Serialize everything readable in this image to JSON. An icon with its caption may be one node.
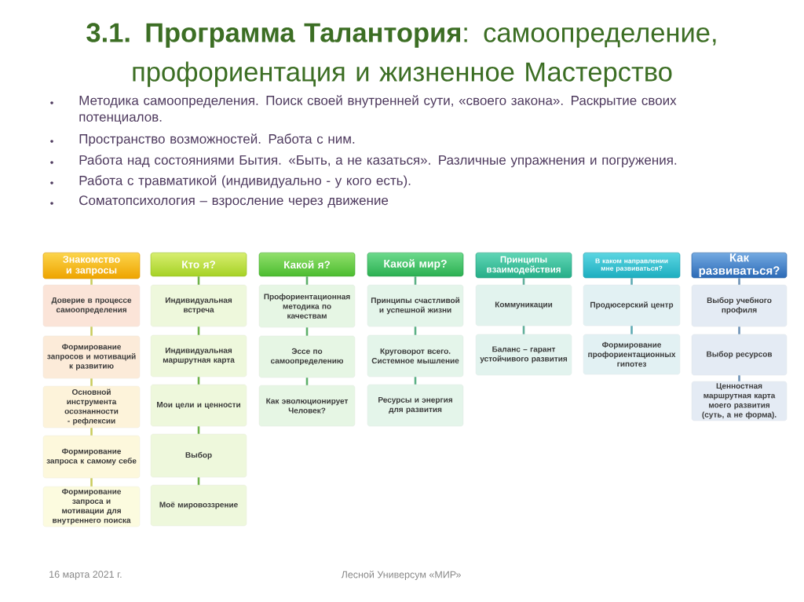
{
  "diagram": {
    "title": "**3.1. Программа Талантория**: самоопределение, профориентация и жизненное Мастерство",
    "nodes": [
      {
        "text": [
          "Знакомство и запросы"
        ]
      },
      {
        "text": [
          "Доверие в процессе самоопределения"
        ]
      },
      {
        "text": [
          "Формирование запросов и мотиваций к развитию"
        ]
      },
      {
        "text": [
          "Основной инструмента осознанности - рефлексии"
        ]
      },
      {
        "text": [
          "Формирование запроса к самому себе"
        ]
      },
      {
        "text": [
          "Формирование запроса и мотивации для внутреннего поиска"
        ]
      },
      {
        "text": [
          "Кто я?"
        ]
      },
      {
        "text": [
          "Индивидуальная встреча"
        ]
      },
      {
        "text": [
          "Индивидуальная маршрутная карта"
        ]
      },
      {
        "text": [
          "Мои цели и ценности"
        ]
      },
      {
        "text": [
          "Выбор"
        ]
      },
      {
        "text": [
          "Моё мировоззрение"
        ]
      },
      {
        "text": [
          "Какой я?"
        ]
      },
      {
        "text": [
          "Профориентационная методика по качествам"
        ]
      },
      {
        "text": [
          "Эссе по самоопределению"
        ]
      },
      {
        "text": [
          "Как эволюционирует Человек?"
        ]
      },
      {
        "text": [
          "Какой мир?"
        ]
      },
      {
        "text": [
          "Принципы счастливой и успешной жизни"
        ]
      },
      {
        "text": [
          "Круговорот всего. Системное мышление"
        ]
      },
      {
        "text": [
          "Ресурсы и энергия для развития"
        ]
      },
      {
        "text": [
          "Принципы взаимодействия"
        ]
      },
      {
        "text": [
          "Коммуникации"
        ]
      },
      {
        "text": [
          "Баланс – гарант устойчивого развития"
        ]
      },
      {
        "text": [
          "В каком направлении мне развиваться?"
        ]
      },
      {
        "text": [
          "Продюсерский центр"
        ]
      },
      {
        "text": [
          "Формирование профориентационных гипотез"
        ]
      },
      {
        "text": [
          "Как развиваться?"
        ]
      },
      {
        "text": [
          "Выбор учебного профиля"
        ]
      },
      {
        "text": [
          "Выбор ресурсов"
        ]
      },
      {
        "text": [
          "Ценностная маршрутная карта моего развития (суть, а не форма)."
        ]
      }
    ],
    "edges": [
      {
        "from": 0,
        "to": 1,
        "arrow": "none",
        "color": "#c9cc5e"
      },
      {
        "from": 1,
        "to": 2,
        "arrow": "none",
        "color": "#c9cc5e"
      },
      {
        "from": 2,
        "to": 3,
        "arrow": "none",
        "color": "#c9cc5e"
      },
      {
        "from": 3,
        "to": 4,
        "arrow": "none",
        "color": "#c9cc5e"
      },
      {
        "from": 4,
        "to": 5,
        "arrow": "none",
        "color": "#c9cc5e"
      },
      {
        "from": 6,
        "to": 7,
        "arrow": "none",
        "color": "#6fb24a"
      },
      {
        "from": 7,
        "to": 8,
        "arrow": "none",
        "color": "#6fb24a"
      },
      {
        "from": 8,
        "to": 9,
        "arrow": "none",
        "color": "#6fb24a"
      },
      {
        "from": 9,
        "to": 10,
        "arrow": "none",
        "color": "#6fb24a"
      },
      {
        "from": 10,
        "to": 11,
        "arrow": "none",
        "color": "#6fb24a"
      },
      {
        "from": 12,
        "to": 13,
        "arrow": "none",
        "color": "#5db06a"
      },
      {
        "from": 13,
        "to": 14,
        "arrow": "none",
        "color": "#5db06a"
      },
      {
        "from": 14,
        "to": 15,
        "arrow": "none",
        "color": "#5db06a"
      },
      {
        "from": 16,
        "to": 17,
        "arrow": "none",
        "color": "#5bb085"
      },
      {
        "from": 17,
        "to": 18,
        "arrow": "none",
        "color": "#5bb085"
      },
      {
        "from": 18,
        "to": 19,
        "arrow": "none",
        "color": "#5bb085"
      },
      {
        "from": 20,
        "to": 21,
        "arrow": "none",
        "color": "#62b09c"
      },
      {
        "from": 21,
        "to": 22,
        "arrow": "none",
        "color": "#62b09c"
      },
      {
        "from": 23,
        "to": 24,
        "arrow": "none",
        "color": "#5eaab4"
      },
      {
        "from": 24,
        "to": 25,
        "arrow": "none",
        "color": "#5eaab4"
      },
      {
        "from": 26,
        "to": 27,
        "arrow": "none",
        "color": "#6d92b6"
      },
      {
        "from": 27,
        "to": 28,
        "arrow": "none",
        "color": "#6d92b6"
      },
      {
        "from": 28,
        "to": 29,
        "arrow": "none",
        "color": "#6d92b6"
      }
    ],
    "labels": [
      "Методика самоопределения. Поиск своей внутренней сути, «своего закона». Раскрытие своих потенциалов.",
      "Пространство возможностей. Работа с ним.",
      "Работа над состояниями Бытия. «Быть, а не казаться». Различные упражнения и погружения.",
      "Работа с травматикой (индивидуально - у кого есть).",
      "Соматопсихология – взросление через движение",
      "16 марта 2021 г.",
      "Лесной Универсум «МИР»"
    ]
  }
}
